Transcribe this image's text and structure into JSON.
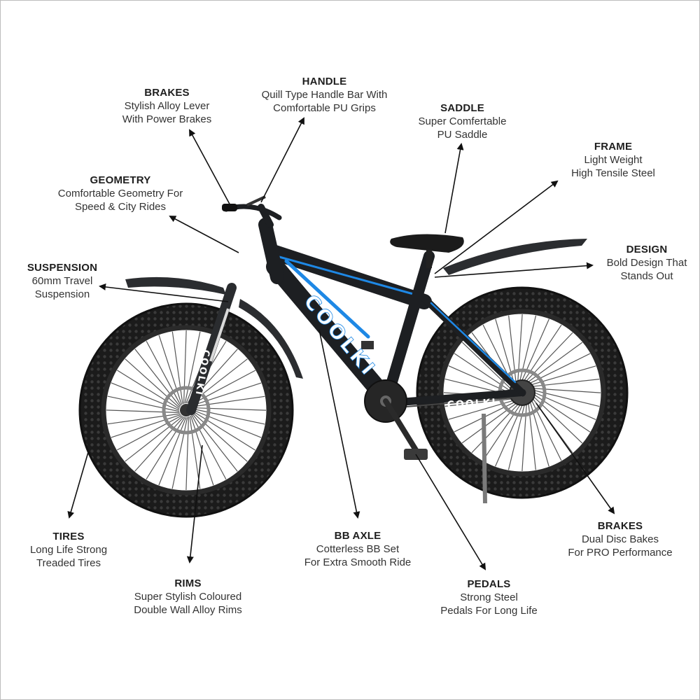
{
  "bike": {
    "brand_text": "COOLKI",
    "colors": {
      "frame": "#1d1f22",
      "accent": "#1e88e5",
      "tire": "#1a1a1a",
      "rim": "#2a2a2a"
    }
  },
  "callouts": {
    "handle": {
      "title": "HANDLE",
      "line1": "Quill Type Handle Bar With",
      "line2": "Comfortable PU Grips"
    },
    "brakes_top": {
      "title": "BRAKES",
      "line1": "Stylish Alloy Lever",
      "line2": "With Power Brakes"
    },
    "saddle": {
      "title": "SADDLE",
      "line1": "Super Comfertable",
      "line2": "PU Saddle"
    },
    "frame": {
      "title": "FRAME",
      "line1": "Light Weight",
      "line2": "High Tensile Steel"
    },
    "geometry": {
      "title": "GEOMETRY",
      "line1": "Comfortable Geometry For",
      "line2": "Speed & City Rides"
    },
    "design": {
      "title": "DESIGN",
      "line1": "Bold Design That",
      "line2": "Stands Out"
    },
    "suspension": {
      "title": "SUSPENSION",
      "line1": "60mm Travel",
      "line2": "Suspension"
    },
    "tires": {
      "title": "TIRES",
      "line1": "Long Life Strong",
      "line2": "Treaded Tires"
    },
    "bb_axle": {
      "title": "BB AXLE",
      "line1": "Cotterless BB Set",
      "line2": "For Extra Smooth Ride"
    },
    "brakes_bottom": {
      "title": "BRAKES",
      "line1": "Dual Disc Bakes",
      "line2": "For PRO Performance"
    },
    "rims": {
      "title": "RIMS",
      "line1": "Super Stylish Coloured",
      "line2": "Double Wall Alloy Rims"
    },
    "pedals": {
      "title": "PEDALS",
      "line1": "Strong Steel",
      "line2": "Pedals For Long Life"
    }
  }
}
